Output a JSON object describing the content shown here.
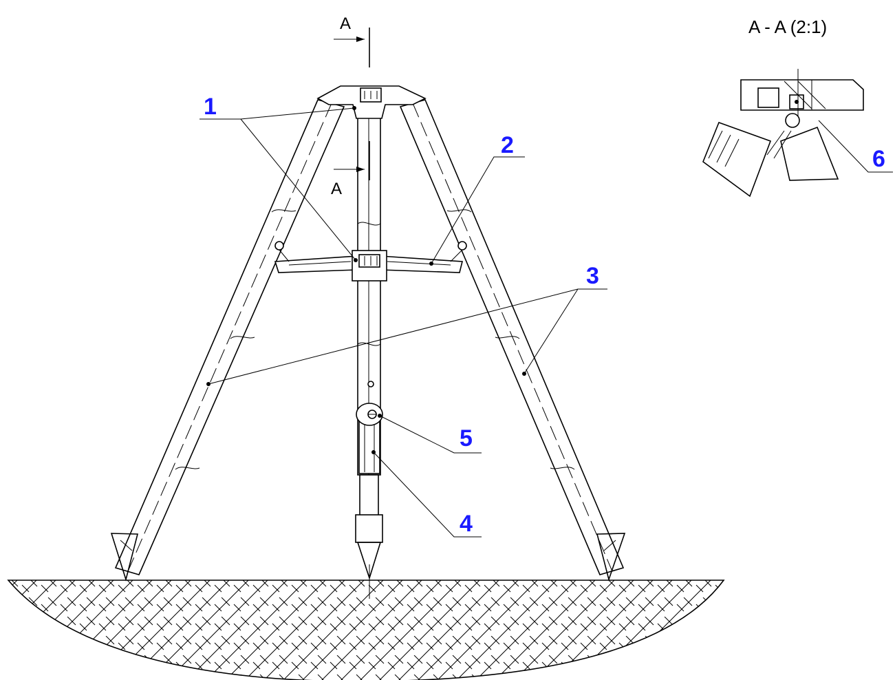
{
  "drawing": {
    "section_view_title": "A - A (2:1)",
    "section_marker": "A",
    "callouts": [
      "1",
      "2",
      "3",
      "4",
      "5",
      "6"
    ],
    "callout_color": "#1a1aff",
    "line_color": "#000000",
    "background": "#ffffff"
  }
}
